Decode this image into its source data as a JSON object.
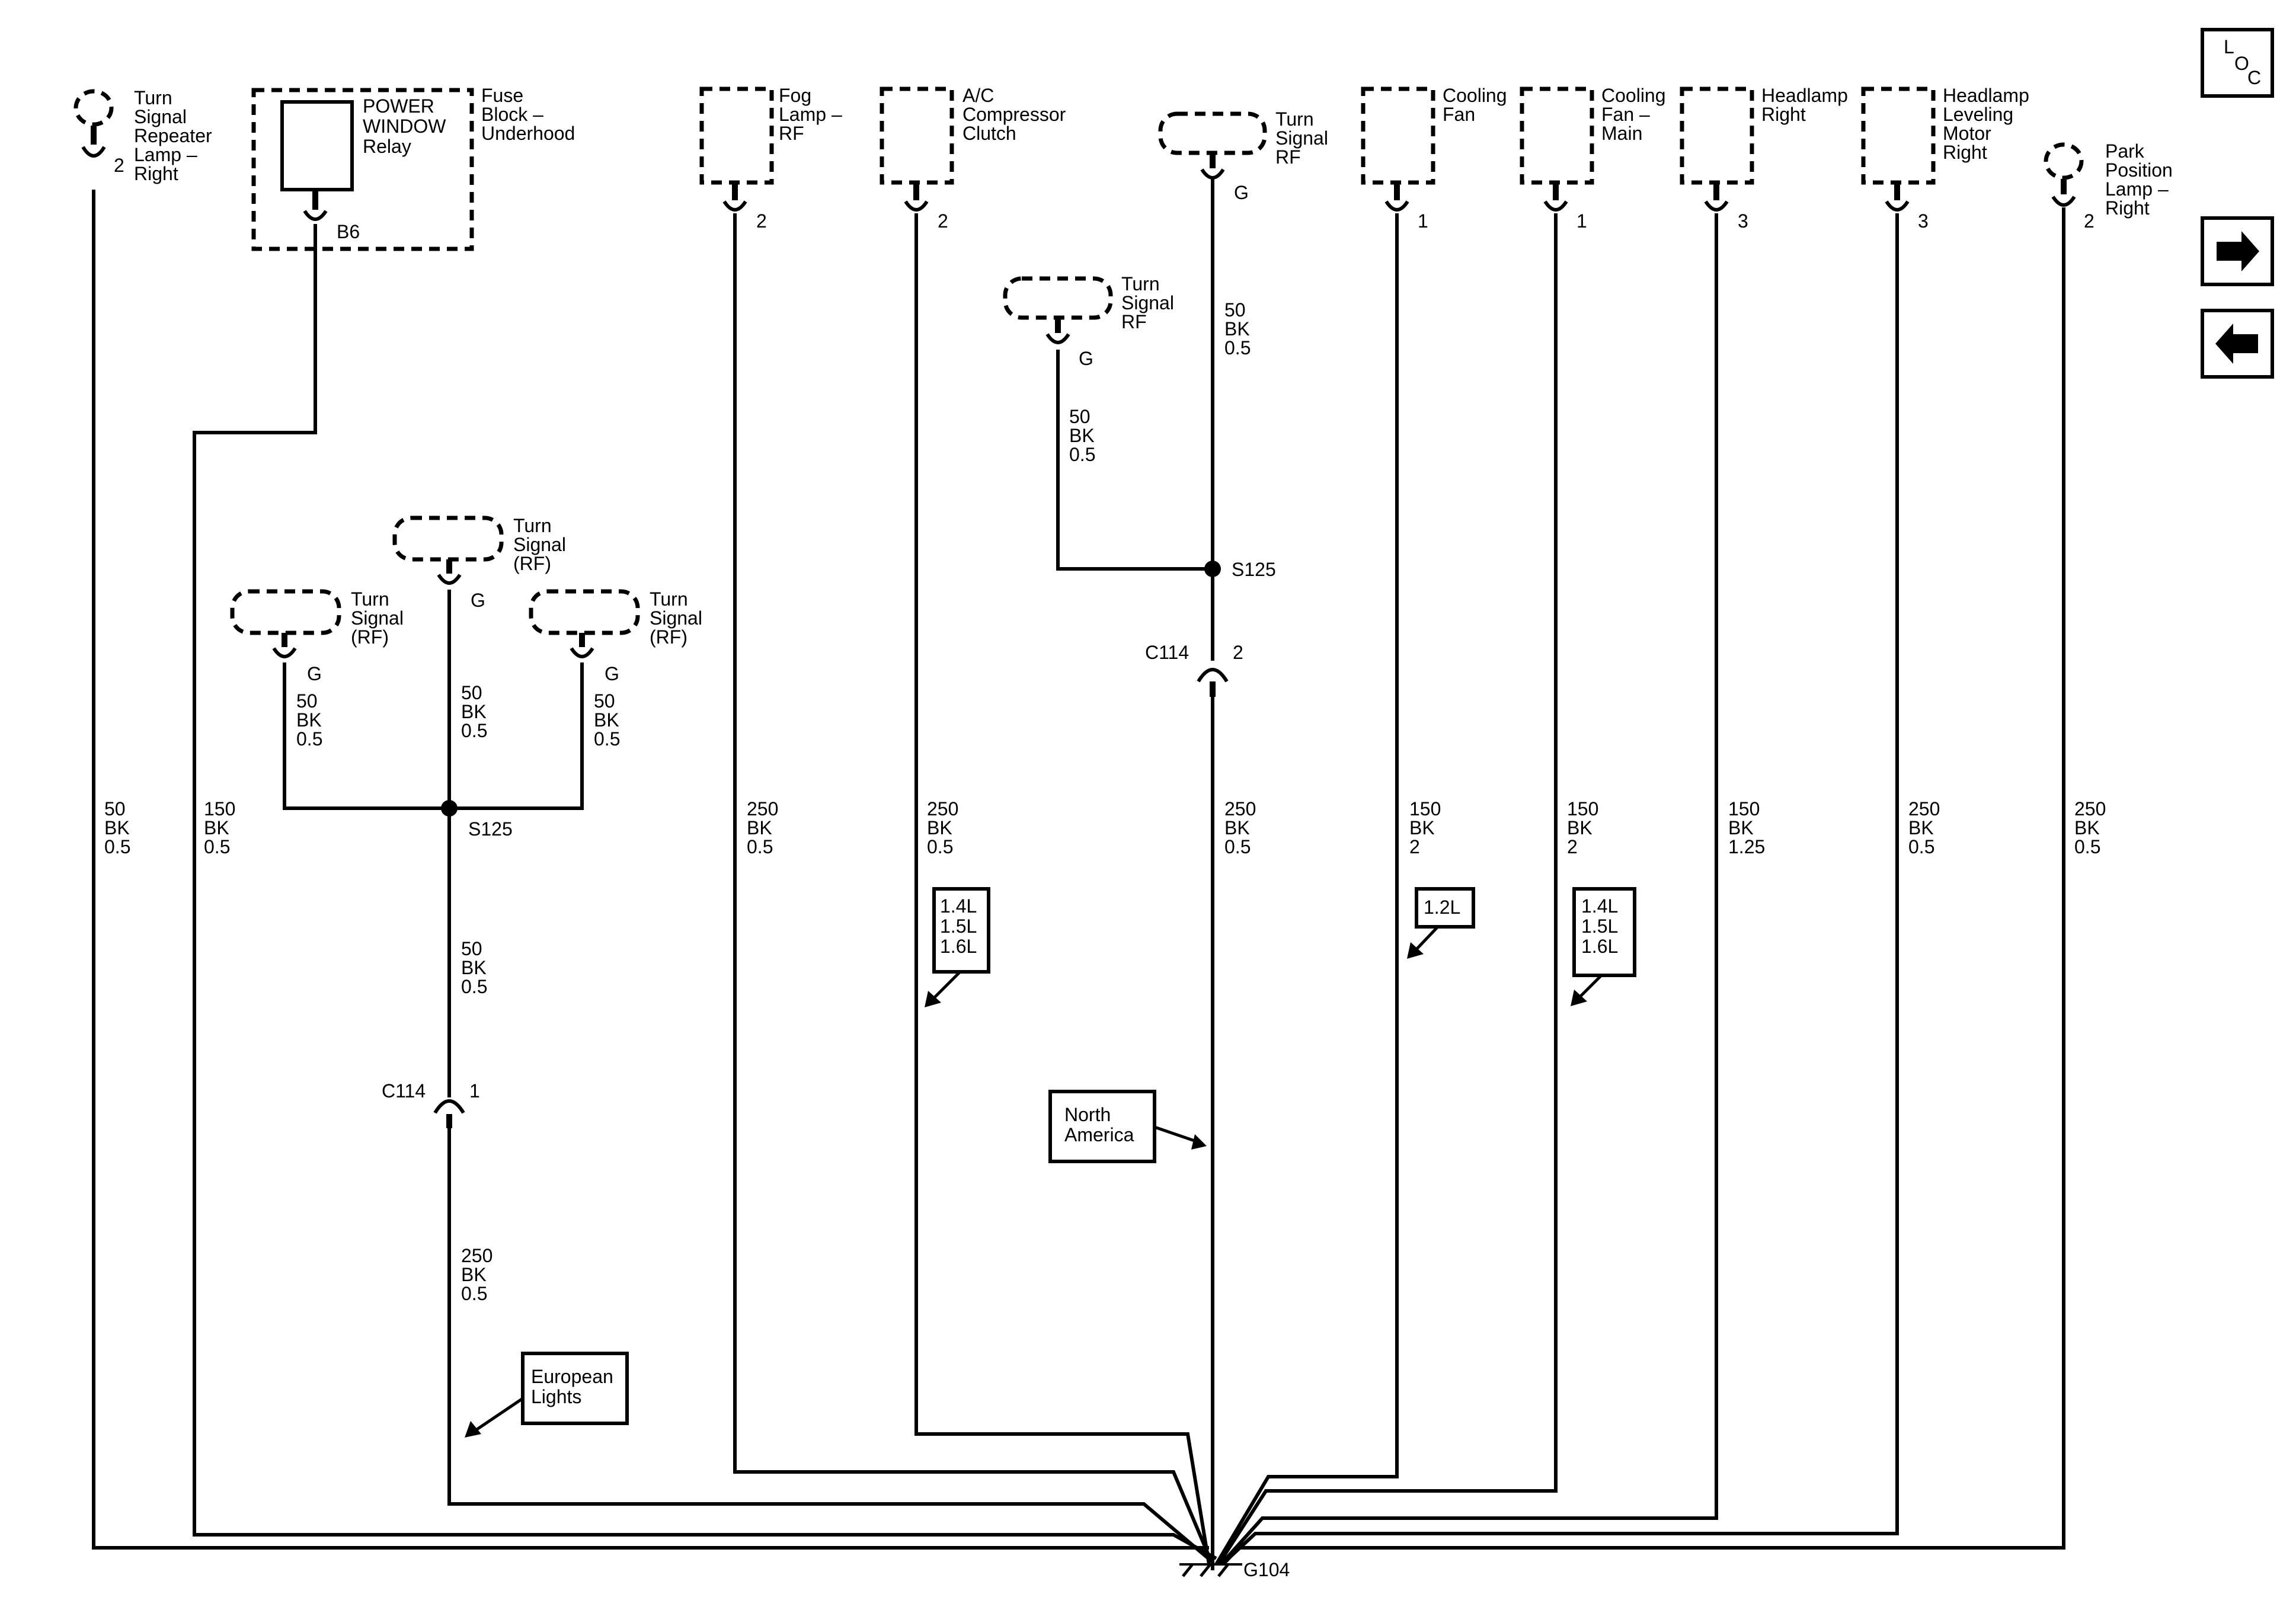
{
  "nav": {
    "loc_label": [
      "L",
      "O",
      "C"
    ]
  },
  "components": {
    "turn_repeater": {
      "name": [
        "Turn",
        "Signal",
        "Repeater",
        "Lamp –",
        "Right"
      ],
      "pin": "2"
    },
    "fuse_block": {
      "name": [
        "Fuse",
        "Block –",
        "Underhood"
      ],
      "relay": [
        "POWER",
        "WINDOW",
        "Relay"
      ],
      "pin": "B6"
    },
    "fog_lamp": {
      "name": [
        "Fog",
        "Lamp –",
        "RF"
      ],
      "pin": "2"
    },
    "ac_clutch": {
      "name": [
        "A/C",
        "Compressor",
        "Clutch"
      ],
      "pin": "2"
    },
    "turn_rf_top": {
      "name": [
        "Turn",
        "Signal",
        "RF"
      ],
      "pin": "G"
    },
    "turn_rf_mid": {
      "name": [
        "Turn",
        "Signal",
        "RF"
      ],
      "pin": "G"
    },
    "cooling_fan": {
      "name": [
        "Cooling",
        "Fan"
      ],
      "pin": "1"
    },
    "cooling_fan_main": {
      "name": [
        "Cooling",
        "Fan –",
        "Main"
      ],
      "pin": "1"
    },
    "headlamp_right": {
      "name": [
        "Headlamp",
        "Right"
      ],
      "pin": "3"
    },
    "headlamp_leveling": {
      "name": [
        "Headlamp",
        "Leveling",
        "Motor",
        "Right"
      ],
      "pin": "3"
    },
    "park_lamp": {
      "name": [
        "Park",
        "Position",
        "Lamp –",
        "Right"
      ],
      "pin": "2"
    },
    "ts_left_top": {
      "name": [
        "Turn",
        "Signal",
        "(RF)"
      ],
      "pin": "G"
    },
    "ts_left_a": {
      "name": [
        "Turn",
        "Signal",
        "(RF)"
      ],
      "pin": "G"
    },
    "ts_left_b": {
      "name": [
        "Turn",
        "Signal",
        "(RF)"
      ],
      "pin": "G"
    }
  },
  "wires": {
    "w_repeater": [
      "50",
      "BK",
      "0.5"
    ],
    "w_fuse": [
      "150",
      "BK",
      "0.5"
    ],
    "w_ts_a": [
      "50",
      "BK",
      "0.5"
    ],
    "w_ts_top": [
      "50",
      "BK",
      "0.5"
    ],
    "w_ts_b": [
      "50",
      "BK",
      "0.5"
    ],
    "w_s125_left_down": [
      "50",
      "BK",
      "0.5"
    ],
    "w_c114_left_down": [
      "250",
      "BK",
      "0.5"
    ],
    "w_fog": [
      "250",
      "BK",
      "0.5"
    ],
    "w_ac": [
      "250",
      "BK",
      "0.5"
    ],
    "w_rf_mid": [
      "50",
      "BK",
      "0.5"
    ],
    "w_rf_top": [
      "50",
      "BK",
      "0.5"
    ],
    "w_c114_right_down": [
      "250",
      "BK",
      "0.5"
    ],
    "w_cooling": [
      "150",
      "BK",
      "2"
    ],
    "w_cooling_main": [
      "150",
      "BK",
      "2"
    ],
    "w_headlamp": [
      "150",
      "BK",
      "1.25"
    ],
    "w_leveling": [
      "250",
      "BK",
      "0.5"
    ],
    "w_park": [
      "250",
      "BK",
      "0.5"
    ]
  },
  "splices": {
    "s125_left": "S125",
    "s125_right": "S125"
  },
  "connectors": {
    "c114_left": {
      "name": "C114",
      "pin": "1"
    },
    "c114_right": {
      "name": "C114",
      "pin": "2"
    }
  },
  "ground": "G104",
  "notes": {
    "engine_ac": [
      "1.4L",
      "1.5L",
      "1.6L"
    ],
    "engine_cooling": [
      "1.2L"
    ],
    "engine_cooling_main": [
      "1.4L",
      "1.5L",
      "1.6L"
    ],
    "north_america": [
      "North",
      "America"
    ],
    "european": [
      "European",
      "Lights"
    ]
  }
}
